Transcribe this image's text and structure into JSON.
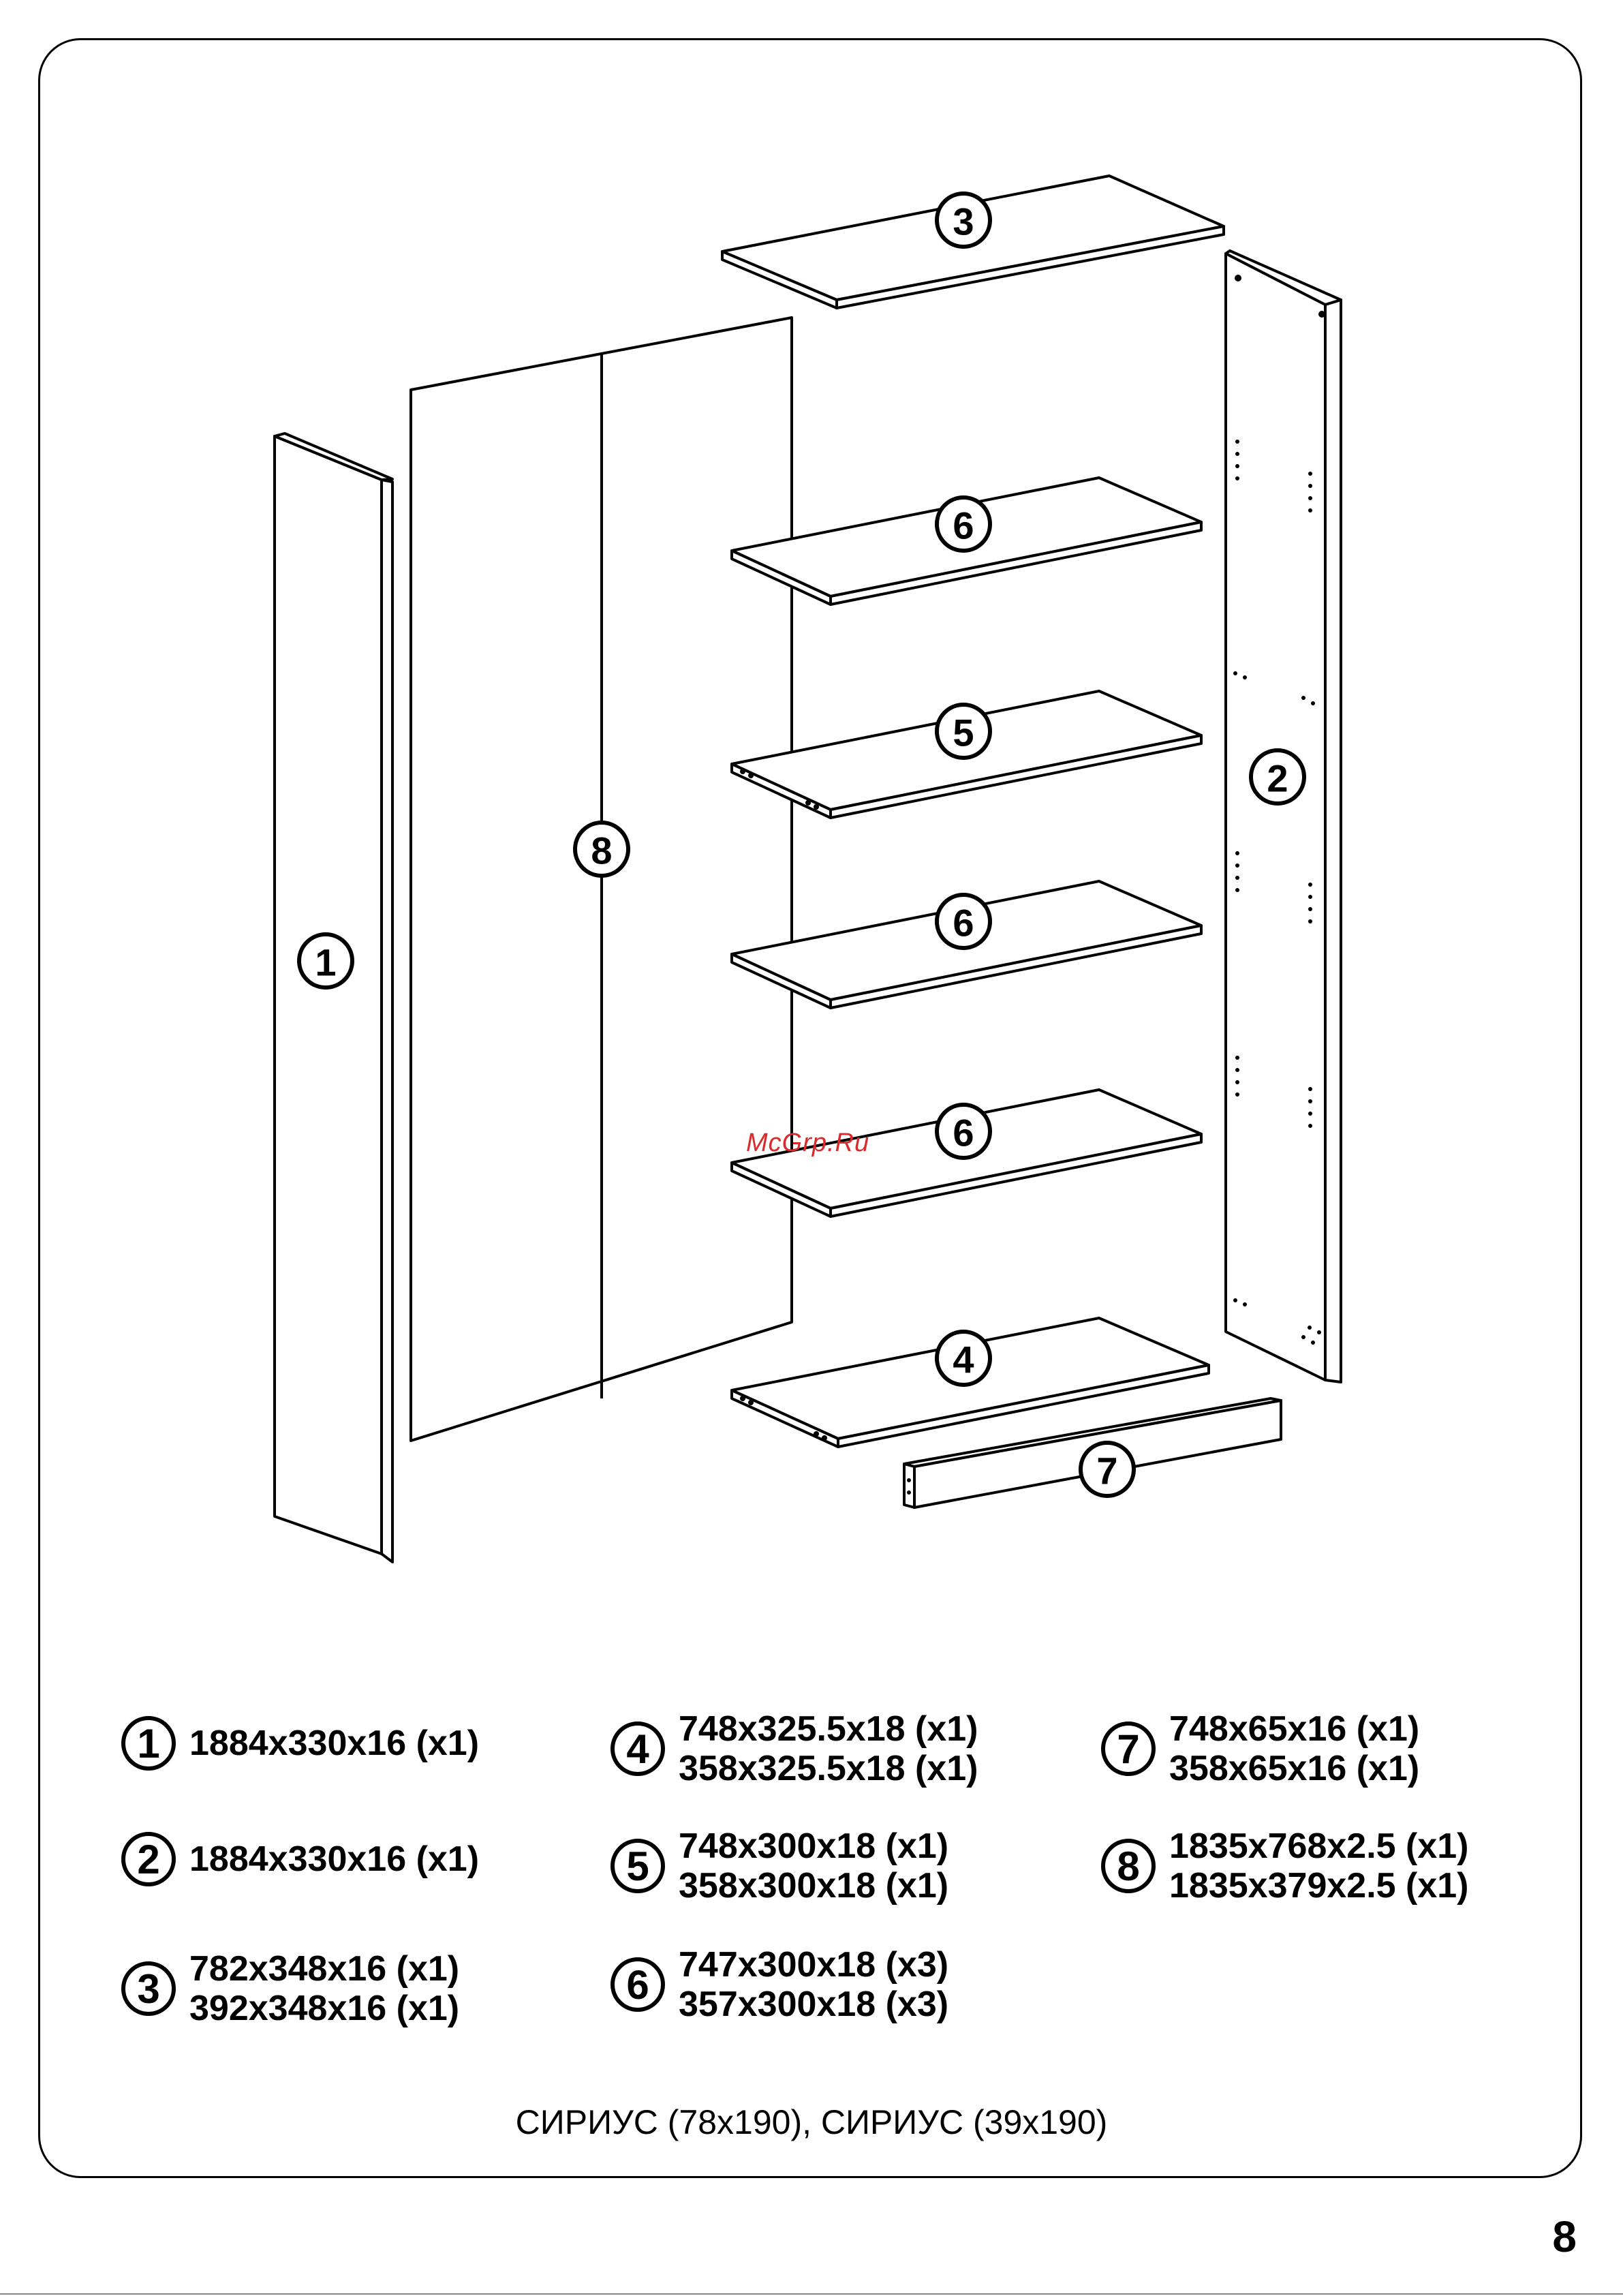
{
  "parts": [
    {
      "number": "1",
      "lines": [
        "1884x330x16 (x1)"
      ]
    },
    {
      "number": "2",
      "lines": [
        "1884x330x16 (x1)"
      ]
    },
    {
      "number": "3",
      "lines": [
        "782x348x16 (x1)",
        "392x348x16 (x1)"
      ]
    },
    {
      "number": "4",
      "lines": [
        "748x325.5x18 (x1)",
        "358x325.5x18 (x1)"
      ]
    },
    {
      "number": "5",
      "lines": [
        "748x300x18 (x1)",
        "358x300x18 (x1)"
      ]
    },
    {
      "number": "6",
      "lines": [
        "747x300x18 (x3)",
        "357x300x18 (x3)"
      ]
    },
    {
      "number": "7",
      "lines": [
        "748x65x16 (x1)",
        "358x65x16 (x1)"
      ]
    },
    {
      "number": "8",
      "lines": [
        "1835x768x2.5 (x1)",
        "1835x379x2.5 (x1)"
      ]
    }
  ],
  "diagram_labels": {
    "side_left": "1",
    "side_right": "2",
    "top": "3",
    "bottom": "4",
    "shelf_middle": "5",
    "shelf": "6",
    "plinth": "7",
    "back_panel": "8"
  },
  "caption": "СИРИУС (78х190), СИРИУС (39х190)",
  "page_number": "8",
  "watermark": "McGrp.Ru",
  "colors": {
    "line": "#000000",
    "watermark": "#d92b2b",
    "background": "#ffffff"
  }
}
